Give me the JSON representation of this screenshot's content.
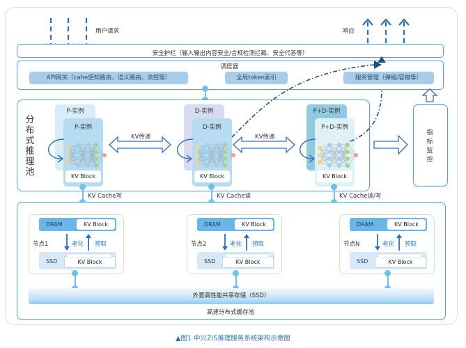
{
  "diagram": {
    "user_request": "用户请求",
    "response": "响应",
    "security_bar": "安全护栏（输入输出内容安全/合规检测拦截、安全代答等）",
    "scheduler": {
      "title": "调度器",
      "modules": [
        "API网关（cahe感知路由、语义路由、流控等）",
        "全局token索引",
        "服务管理（弹缩/容错等）"
      ]
    },
    "inference_pool": {
      "title_chars": [
        "分",
        "布",
        "式",
        "推",
        "理",
        "池"
      ],
      "instances": [
        {
          "back_label": "P-实例",
          "front_label": "P-实例",
          "block": "KV Block",
          "link_label": "KV Cache写"
        },
        {
          "back_label": "D-实例",
          "front_label": "D-实例",
          "block": "KV Block",
          "link_label": "KV Cache读"
        },
        {
          "back_label": "P+D-实例",
          "front_label": "P+D-实例",
          "block": "KV Block",
          "link_label": "KV Cache读/写"
        }
      ],
      "transfer_labels": [
        "KV传递",
        "KV传递"
      ]
    },
    "monitor": {
      "chars": [
        "指",
        "标",
        "监",
        "控"
      ]
    },
    "cache_pool": {
      "title": "高速分布式缓存池",
      "shared_storage": "外置高性能共享存储（SSD）",
      "nodes": [
        {
          "name": "节点1",
          "dram": "DRAM",
          "dram_block": "KV Block",
          "ssd": "SSD",
          "ssd_block": "KV Block",
          "evict": "老化",
          "prefetch": "预取"
        },
        {
          "name": "节点2",
          "dram": "DRAM",
          "dram_block": "KV Block",
          "ssd": "SSD",
          "ssd_block": "KV Block",
          "evict": "老化",
          "prefetch": "预取"
        },
        {
          "name": "节点N",
          "dram": "DRAM",
          "dram_block": "KV Block",
          "ssd": "SSD",
          "ssd_block": "KV Block",
          "evict": "老化",
          "prefetch": "预取"
        }
      ]
    },
    "caption": "▲图1  中兴ZIS推理服务系统架构示意图",
    "colors": {
      "accent_blue": "#42a5e0",
      "arrow_blue": "#2f6fb3",
      "dash_navy": "#1f4f8a",
      "pill_blue": "#a8cdea",
      "node_green_border": "#cfe5c5",
      "p_instance": "#c9e4f6",
      "d_instance": "#d5d8ee",
      "pd_instance": "#8fcbe0"
    }
  }
}
